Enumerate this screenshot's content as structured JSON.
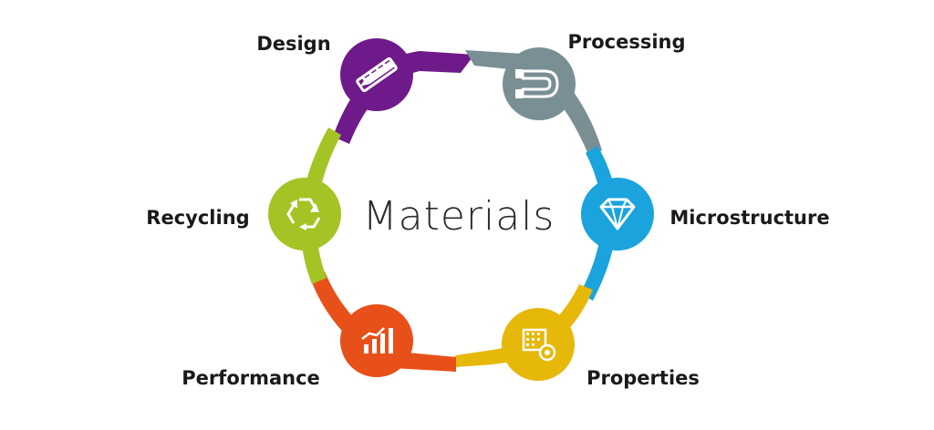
{
  "diagram": {
    "center_title": "Materials",
    "stages": [
      {
        "key": "design",
        "label": "Design",
        "color": "#6e1a8a",
        "icon": "ruler-pencil-icon"
      },
      {
        "key": "processing",
        "label": "Processing",
        "color": "#7a8f94",
        "icon": "magnet-icon"
      },
      {
        "key": "microstructure",
        "label": "Microstructure",
        "color": "#1aa3dc",
        "icon": "diamond-icon"
      },
      {
        "key": "properties",
        "label": "Properties",
        "color": "#e6b80a",
        "icon": "grid-gear-icon"
      },
      {
        "key": "performance",
        "label": "Performance",
        "color": "#e8501a",
        "icon": "bar-chart-icon"
      },
      {
        "key": "recycling",
        "label": "Recycling",
        "color": "#a3c424",
        "icon": "recycle-icon"
      }
    ]
  }
}
